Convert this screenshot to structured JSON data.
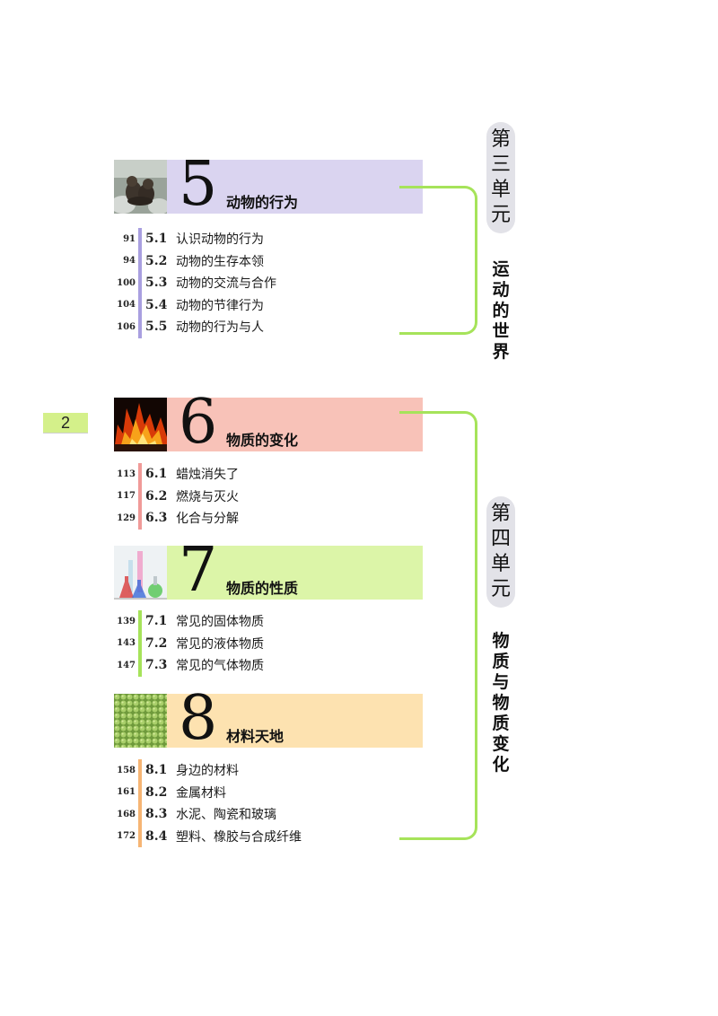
{
  "page_number": "2",
  "units": [
    {
      "label": "第三单元",
      "title": "运动的世界"
    },
    {
      "label": "第四单元",
      "title": "物质与物质变化"
    }
  ],
  "chapters": [
    {
      "number": "5",
      "title": "动物的行为",
      "band_color": "#dad4f0",
      "bar_color": "#a99fe0",
      "sections": [
        {
          "page": "91",
          "num": "5.1",
          "title": "认识动物的行为"
        },
        {
          "page": "94",
          "num": "5.2",
          "title": "动物的生存本领"
        },
        {
          "page": "100",
          "num": "5.3",
          "title": "动物的交流与合作"
        },
        {
          "page": "104",
          "num": "5.4",
          "title": "动物的节律行为"
        },
        {
          "page": "106",
          "num": "5.5",
          "title": "动物的行为与人"
        }
      ]
    },
    {
      "number": "6",
      "title": "物质的变化",
      "band_color": "#f8c2b8",
      "bar_color": "#f09a98",
      "sections": [
        {
          "page": "113",
          "num": "6.1",
          "title": "蜡烛消失了"
        },
        {
          "page": "117",
          "num": "6.2",
          "title": "燃烧与灭火"
        },
        {
          "page": "129",
          "num": "6.3",
          "title": "化合与分解"
        }
      ]
    },
    {
      "number": "7",
      "title": "物质的性质",
      "band_color": "#dcf5a8",
      "bar_color": "#a6e35a",
      "sections": [
        {
          "page": "139",
          "num": "7.1",
          "title": "常见的固体物质"
        },
        {
          "page": "143",
          "num": "7.2",
          "title": "常见的液体物质"
        },
        {
          "page": "147",
          "num": "7.3",
          "title": "常见的气体物质"
        }
      ]
    },
    {
      "number": "8",
      "title": "材料天地",
      "band_color": "#fde2b0",
      "bar_color": "#f6b574",
      "sections": [
        {
          "page": "158",
          "num": "8.1",
          "title": "身边的材料"
        },
        {
          "page": "161",
          "num": "8.2",
          "title": "金属材料"
        },
        {
          "page": "168",
          "num": "8.3",
          "title": "水泥、陶瓷和玻璃"
        },
        {
          "page": "172",
          "num": "8.4",
          "title": "塑料、橡胶与合成纤维"
        }
      ]
    }
  ]
}
